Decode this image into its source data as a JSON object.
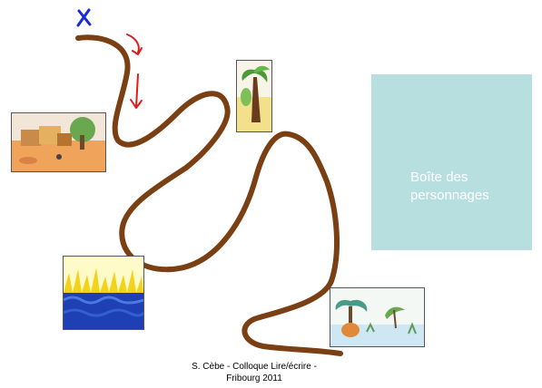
{
  "characters_box": {
    "label_line1": "Boîte des",
    "label_line2": "personnages",
    "color": "#b8dfe0"
  },
  "footer": {
    "line1": "S. Cèbe - Colloque Lire/écrire -",
    "line2": "Fribourg 2011"
  },
  "path": {
    "color": "#7a3f12",
    "start_marker_color": "#1a2bd6",
    "direction_arrow_color": "#e01b1b"
  },
  "illustrations": [
    {
      "name": "village-scene"
    },
    {
      "name": "palm-tree-scene"
    },
    {
      "name": "wheat-field-scene"
    },
    {
      "name": "oasis-scene"
    }
  ]
}
